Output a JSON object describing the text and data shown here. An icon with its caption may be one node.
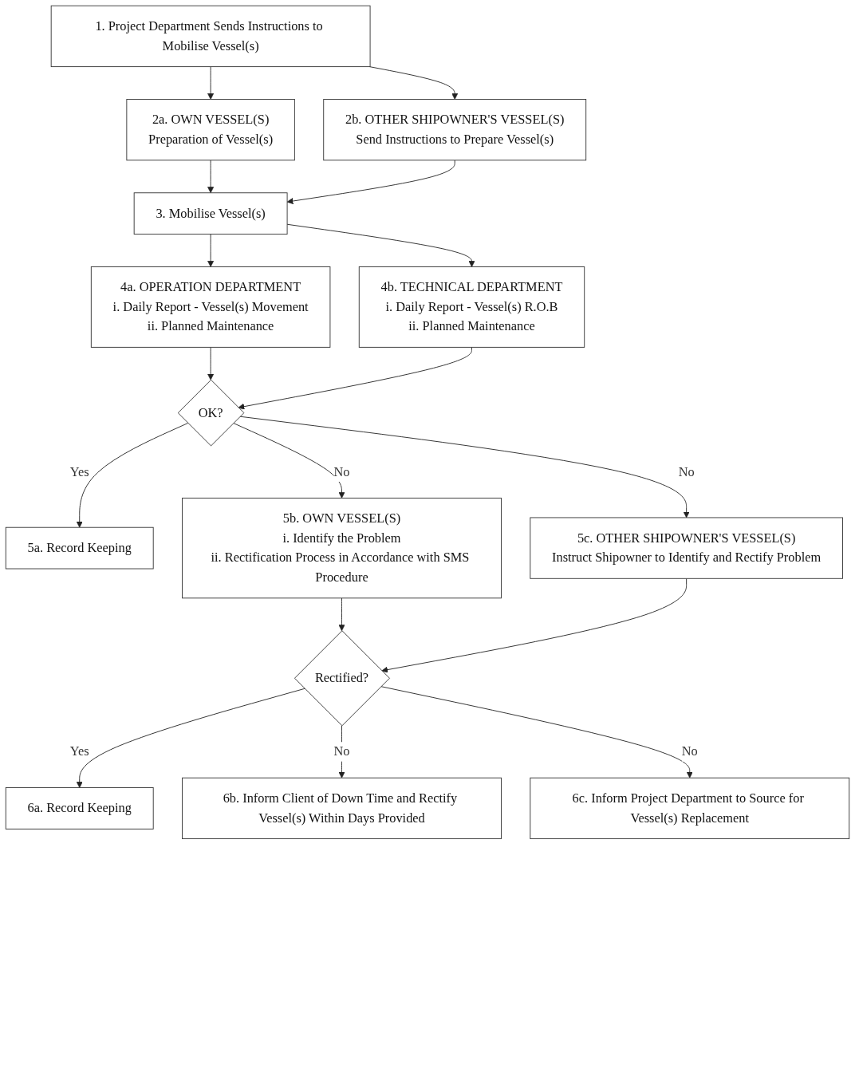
{
  "diagram": {
    "nodes": [
      {
        "text": [
          "1. Project Department Sends Instructions to Mobilise Vessel(s)"
        ]
      },
      {
        "text": [
          "2a. OWN VESSEL(S)",
          "Preparation of Vessel(s)"
        ]
      },
      {
        "text": [
          "2b. OTHER SHIPOWNER'S VESSEL(S)",
          "Send Instructions to Prepare Vessel(s)"
        ]
      },
      {
        "text": [
          "3. Mobilise Vessel(s)"
        ]
      },
      {
        "text": [
          "4a. OPERATION DEPARTMENT",
          "i. Daily Report - Vessel(s) Movement",
          "ii. Planned Maintenance"
        ]
      },
      {
        "text": [
          "4b. TECHNICAL DEPARTMENT",
          "i. Daily Report - Vessel(s) R.O.B",
          "ii. Planned Maintenance"
        ]
      },
      {
        "text": [
          "OK?"
        ]
      },
      {
        "text": [
          "5a. Record Keeping"
        ]
      },
      {
        "text": [
          "5b. OWN VESSEL(S)",
          "i. Identify the Problem",
          "ii. Rectification Process in Accordance with SMS Procedure"
        ]
      },
      {
        "text": [
          "5c. OTHER SHIPOWNER'S VESSEL(S)",
          "Instruct Shipowner to Identify and Rectify Problem"
        ]
      },
      {
        "text": [
          "Rectified?"
        ]
      },
      {
        "text": [
          "6a. Record Keeping"
        ]
      },
      {
        "text": [
          "6b. Inform Client of Down Time and Rectify Vessel(s) Within Days Provided"
        ]
      },
      {
        "text": [
          "6c. Inform Project Department to Source for Vessel(s) Replacement"
        ]
      }
    ],
    "edges": [
      {
        "from": 0,
        "to": 1,
        "arrow": "to"
      },
      {
        "from": 0,
        "to": 2,
        "arrow": "to"
      },
      {
        "from": 1,
        "to": 3,
        "arrow": "to"
      },
      {
        "from": 2,
        "to": 3,
        "arrow": "to"
      },
      {
        "from": 3,
        "to": 4,
        "arrow": "to"
      },
      {
        "from": 3,
        "to": 5,
        "arrow": "to"
      },
      {
        "from": 4,
        "to": 6,
        "arrow": "to"
      },
      {
        "from": 5,
        "to": 6,
        "arrow": "to"
      },
      {
        "from": 6,
        "to": 7,
        "label": "Yes",
        "arrow": "to"
      },
      {
        "from": 6,
        "to": 8,
        "label": "No",
        "arrow": "to"
      },
      {
        "from": 6,
        "to": 9,
        "label": "No",
        "arrow": "to"
      },
      {
        "from": 8,
        "to": 10,
        "arrow": "to"
      },
      {
        "from": 9,
        "to": 10,
        "arrow": "to"
      },
      {
        "from": 10,
        "to": 11,
        "label": "Yes",
        "arrow": "to"
      },
      {
        "from": 10,
        "to": 12,
        "label": "No",
        "arrow": "to"
      },
      {
        "from": 10,
        "to": 13,
        "label": "No",
        "arrow": "to"
      }
    ]
  }
}
